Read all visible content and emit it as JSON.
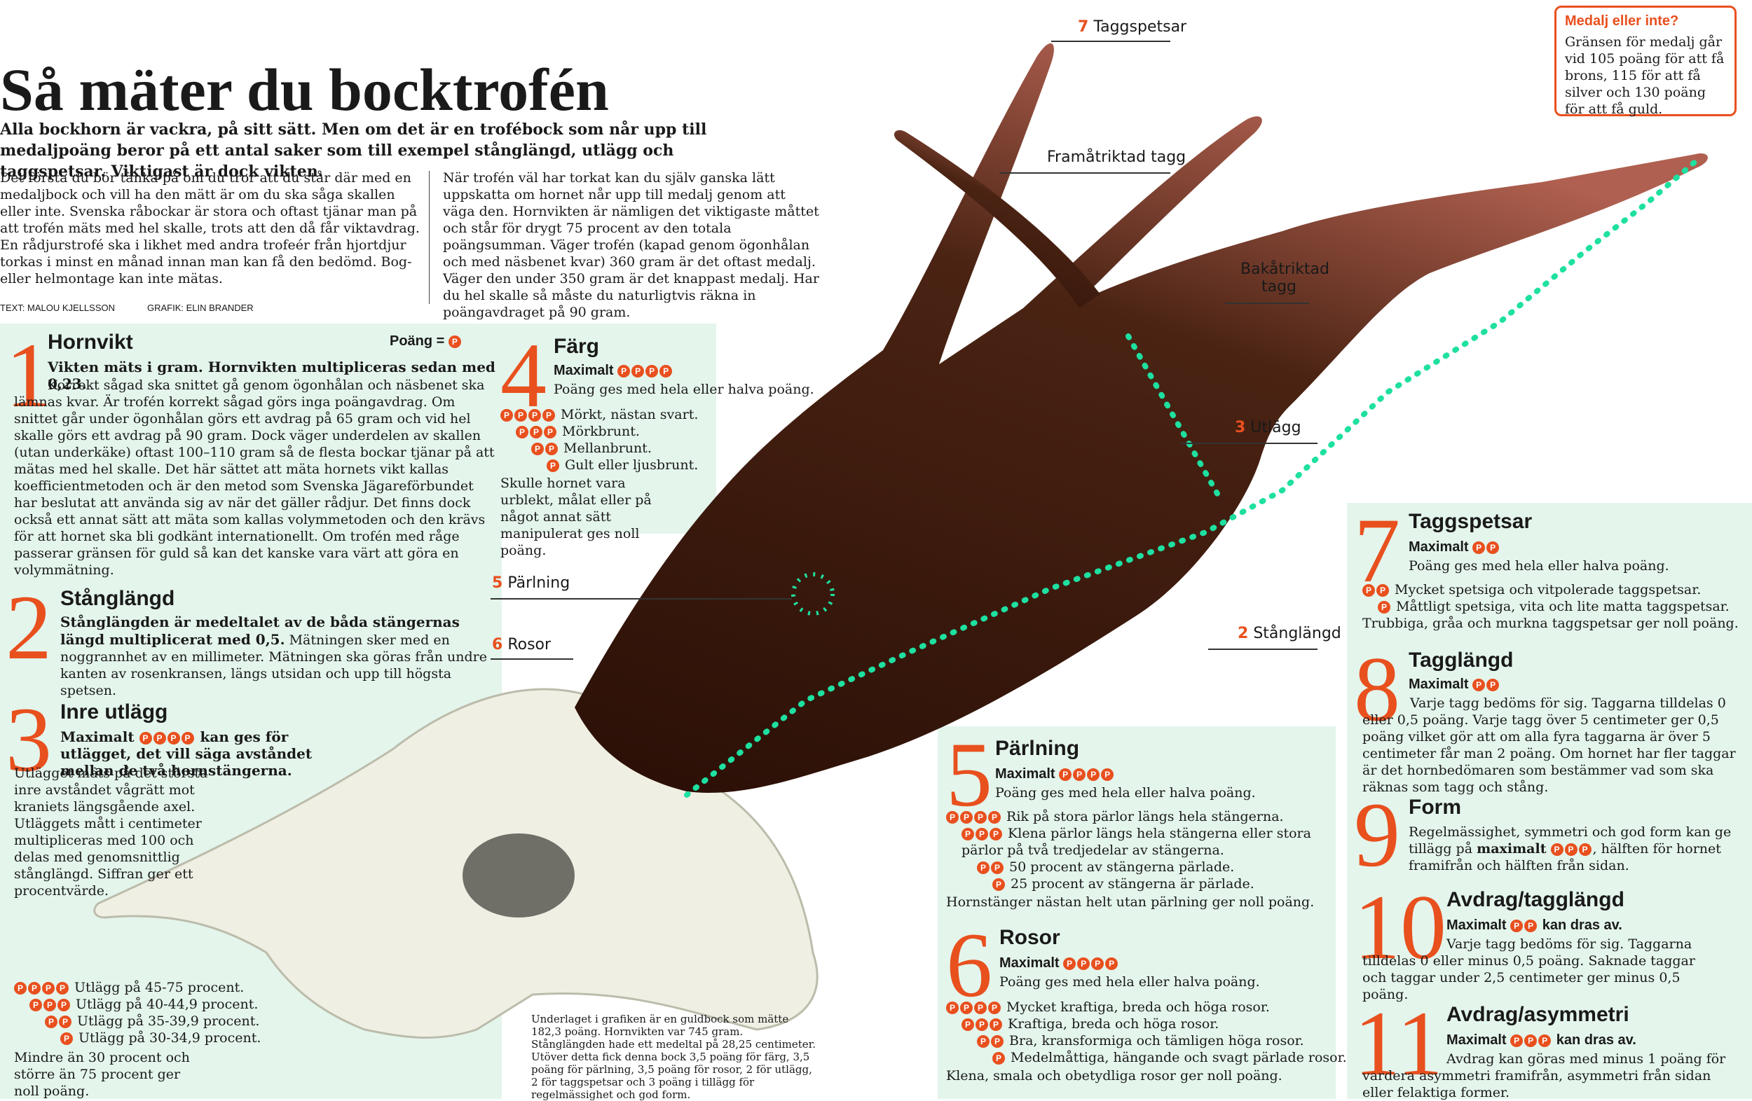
{
  "title": "Så mäter du bocktrofén",
  "lead": "Alla bockhorn är vackra, på sitt sätt. Men om det är en trofébock som når upp till medaljpoäng beror på ett antal saker som till exempel stånglängd, utlägg och taggspetsar. Viktigast är dock vikten.",
  "intro_left": "Det första du bör tänka på om du tror att du står där med en medaljbock och vill ha den mätt är om du ska såga skallen eller inte. Svenska råbockar är stora och oftast tjänar man på att trofén mäts med hel skalle, trots att den då får viktavdrag. En rådjurstrofé ska i likhet med andra trofeér från hjortdjur torkas i minst en månad innan man kan få den bedömd. Bog- eller helmontage kan inte mätas.",
  "intro_right": "När trofén väl har torkat kan du själv ganska lätt uppskatta om hornet når upp till medalj genom att väga den. Hornvikten är nämligen det viktigaste måttet och står för drygt 75 procent av den totala poängsumman. Väger trofén (kapad genom ögonhålan och med näsbenet kvar) 360 gram är det oftast medalj. Väger den under 350 gram är det knappast medalj. Har du hel skalle så måste du naturligtvis räkna in poängavdraget på 90 gram.",
  "credit_text": "TEXT: MALOU KJELLSSON",
  "credit_graphic": "GRAFIK: ELIN BRANDER",
  "medal": {
    "title": "Medalj eller inte?",
    "text": "Gränsen för medalj går vid 105 poäng för att få brons, 115 för att få silver och 130 poäng för att få guld."
  },
  "p": "P",
  "legend": "Poäng =",
  "maxlabel": "Maximalt",
  "s1": {
    "n": "1",
    "h": "Hornvikt",
    "bold": "Vikten mäts i gram. Hornvikten multipliceras sedan med 0,23.",
    "text": "Korrekt sågad ska snittet gå genom ögonhålan och näsbenet ska lämnas kvar. Är trofén korrekt sågad görs inga poängavdrag. Om snittet går under ögonhålan görs ett avdrag på 65 gram och vid hel skalle görs ett avdrag på 90 gram. Dock väger underdelen av skallen (utan underkäke) oftast 100–110 gram så de flesta bockar tjänar på att mätas med hel skalle. Det här sättet att mäta hornets vikt kallas koefficientmetoden och är den metod som Svenska Jägareförbundet har beslutat att använda sig av när det gäller rådjur. Det finns dock också ett annat sätt att mäta som kallas volymmetoden och den krävs för att hornet ska bli godkänt internationellt. Om trofén med råge passerar gränsen för guld så kan det kanske vara värt att göra en volymmätning."
  },
  "s2": {
    "n": "2",
    "h": "Stånglängd",
    "bold": "Stånglängden är medeltalet av de båda stängernas längd multiplicerat med 0,5.",
    "text": "Mätningen sker med en noggrannhet av en millimeter. Mätningen ska göras från undre kanten av rosenkransen, längs utsidan och upp till högsta spetsen."
  },
  "s3": {
    "n": "3",
    "h": "Inre utlägg",
    "bold_after": "kan ges för utlägget, det vill säga avståndet mellan de två hornstängerna.",
    "text": "Utlägget mäts på det största inre avståndet vågrätt mot kraniets längsgående axel. Utläggets mått i centimeter multipliceras med 100 och delas med genomsnittlig stånglängd. Siffran ger ett procentvärde.",
    "rows": [
      "Utlägg på 45-75 procent.",
      "Utlägg på 40-44,9 procent.",
      "Utlägg på 35-39,9 procent.",
      "Utlägg på 30-34,9 procent."
    ],
    "foot": "Mindre än 30 procent och större än 75 procent ger noll poäng."
  },
  "s4": {
    "n": "4",
    "h": "Färg",
    "sub": "Poäng ges med hela eller halva poäng.",
    "rows": [
      "Mörkt, nästan svart.",
      "Mörkbrunt.",
      "Mellanbrunt.",
      "Gult eller ljusbrunt."
    ],
    "foot": "Skulle hornet vara urblekt, målat eller på något annat sätt manipulerat ges noll poäng."
  },
  "s5": {
    "n": "5",
    "h": "Pärlning",
    "sub": "Poäng ges med hela eller halva poäng.",
    "rows": [
      "Rik på stora pärlor längs hela stängerna.",
      "Klena pärlor längs hela stängerna eller stora pärlor på två tredjedelar av stängerna.",
      "50 procent av stängerna pärlade.",
      "25 procent av stängerna är pärlade."
    ],
    "foot": "Hornstänger nästan helt utan pärlning ger noll poäng."
  },
  "s6": {
    "n": "6",
    "h": "Rosor",
    "sub": "Poäng ges med hela eller halva poäng.",
    "rows": [
      "Mycket kraftiga, breda och höga rosor.",
      "Kraftiga, breda och höga rosor.",
      "Bra, kransformiga och tämligen höga rosor.",
      "Medelmåttiga, hängande och svagt pärlade rosor."
    ],
    "foot": "Klena, smala och obetydliga rosor ger noll poäng."
  },
  "s7": {
    "n": "7",
    "h": "Taggspetsar",
    "sub": "Poäng ges med hela eller halva poäng.",
    "rows": [
      "Mycket spetsiga och vitpolerade taggspetsar.",
      "Måttligt spetsiga, vita och lite matta taggspetsar."
    ],
    "foot": "Trubbiga, gråa och murkna taggspetsar ger noll poäng."
  },
  "s8": {
    "n": "8",
    "h": "Tagglängd",
    "text": "Varje tagg bedöms för sig. Taggarna tilldelas 0 eller 0,5 poäng. Varje tagg över 5 centimeter ger 0,5 poäng vilket gör att om alla fyra taggarna är över 5 centimeter får man 2 poäng. Om hornet har fler taggar är det hornbedömaren som bestämmer vad som ska räknas som tagg och stång."
  },
  "s9": {
    "n": "9",
    "h": "Form",
    "text_a": "Regelmässighet, symmetri och god form kan ge tillägg på",
    "text_b": "maximalt",
    "text_c": ", hälften för hornet framifrån och hälften från sidan."
  },
  "s10": {
    "n": "10",
    "h": "Avdrag/tagglängd",
    "bold_after": "kan dras av.",
    "text": "Varje tagg bedöms för sig. Taggarna tilldelas 0 eller minus 0,5 poäng. Saknade taggar och taggar under 2,5 centimeter ger minus 0,5 poäng."
  },
  "s11": {
    "n": "11",
    "h": "Avdrag/asymmetri",
    "bold_after": "kan dras av.",
    "text": "Avdrag kan göras med minus 1 poäng för vardera asymmetri framifrån, asymmetri från sidan eller felaktiga former."
  },
  "labels": {
    "taggspetsar": "Taggspetsar",
    "framat": "Framåtriktad tagg",
    "bakat": "Bakåtriktad tagg",
    "utlagg": "Utlägg",
    "parlning": "Pärlning",
    "rosor": "Rosor",
    "stanglangd": "Stånglängd"
  },
  "note": "Underlaget i grafiken är en guldbock som mätte 182,3 poäng. Hornvikten var 745 gram. Stånglängden hade ett medeltal på 28,25 centimeter. Utöver detta fick denna bock 3,5 poäng för färg, 3,5 poäng för pärlning, 3,5 poäng för rosor, 2 för utlägg, 2 för taggspetsar och 3 poäng i tillägg för regelmässighet och god form.",
  "colors": {
    "accent": "#e8501e",
    "panel": "#e4f5ec",
    "antler": "#3a1a10",
    "measure": "#1ee0a0"
  }
}
